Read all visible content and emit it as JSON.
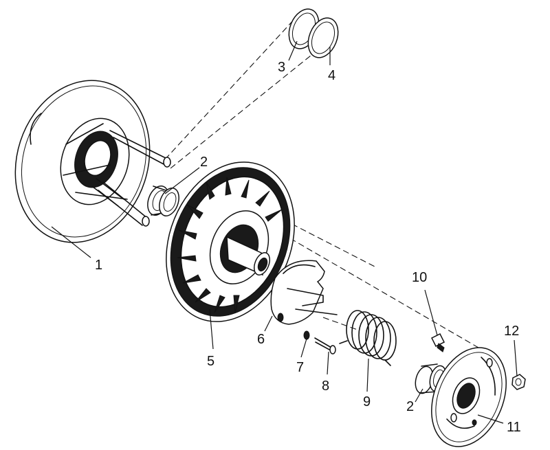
{
  "labels": {
    "sheave_fixed": "1",
    "bushing_upper": "2",
    "washer_a": "3",
    "washer_b": "4",
    "sheave_movable": "5",
    "cam": "6",
    "roller": "7",
    "pin": "8",
    "spring": "9",
    "screw": "10",
    "bushing_lower": "2",
    "cover_plate": "11",
    "nut": "12"
  }
}
